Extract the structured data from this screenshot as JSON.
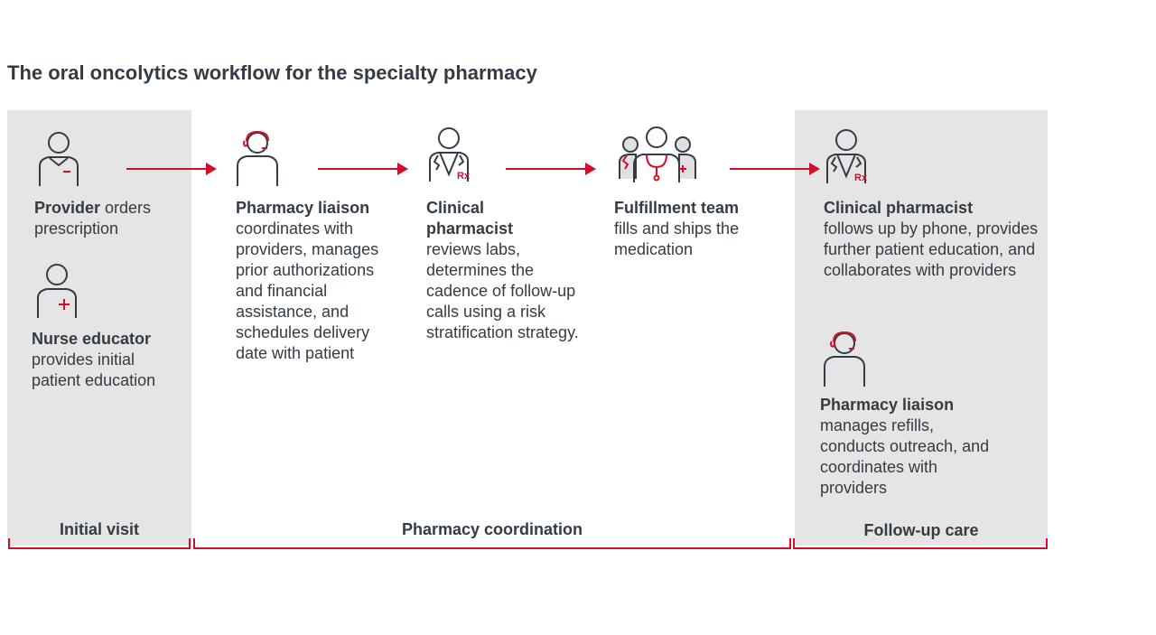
{
  "title": "The oral oncolytics workflow for the specialty pharmacy",
  "colors": {
    "accent": "#d0102a",
    "panel": "#e5e5e5",
    "text": "#333c45"
  },
  "steps": [
    {
      "role": "Provider",
      "desc": " orders prescription",
      "icon": "doctor-icon"
    },
    {
      "role": "Nurse educator",
      "desc": "provides initial patient education",
      "icon": "nurse-icon"
    },
    {
      "role": "Pharmacy liaison",
      "desc": "coordinates with providers, manages prior authorizations and financial assistance, and schedules delivery date with patient",
      "icon": "headset-person-icon"
    },
    {
      "role": "Clinical pharmacist",
      "desc": "reviews labs, determines the cadence of follow-up calls using a risk stratification strategy.",
      "icon": "pharmacist-icon"
    },
    {
      "role": "Fulfillment team",
      "desc": "fills and ships the medication",
      "icon": "team-icon"
    },
    {
      "role": "Clinical pharmacist",
      "desc": "follows up by phone, provides further patient education, and collaborates with providers",
      "icon": "pharmacist-icon"
    },
    {
      "role": "Pharmacy liaison",
      "desc": "manages refills, conducts outreach, and coordinates with providers",
      "icon": "headset-person-icon"
    }
  ],
  "stages": [
    "Initial visit",
    "Pharmacy coordination",
    "Follow-up care"
  ]
}
